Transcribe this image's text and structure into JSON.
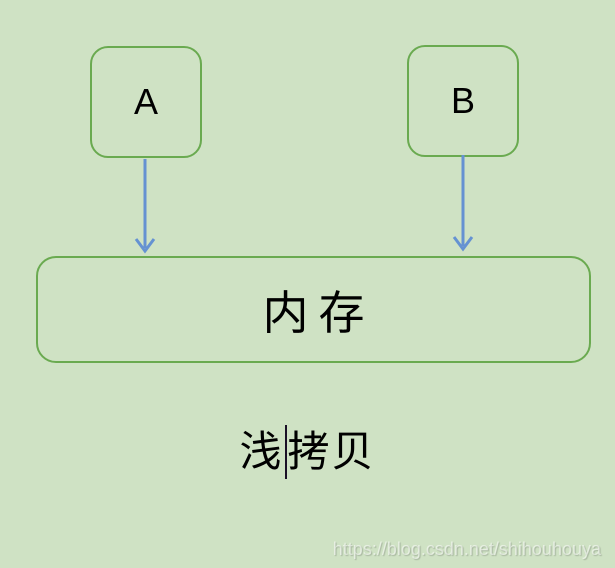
{
  "diagram": {
    "node_a": {
      "label": "A"
    },
    "node_b": {
      "label": "B"
    },
    "memory": {
      "label": "内存"
    },
    "caption": {
      "text_before_caret": "浅",
      "text_after_caret": "拷贝"
    },
    "edges": [
      {
        "name": "a-to-memory",
        "direction": "down"
      },
      {
        "name": "b-to-memory",
        "direction": "down"
      }
    ]
  },
  "watermark": {
    "text": "https://blog.csdn.net/shihouhouya"
  },
  "colors": {
    "bg": "#cfe2c4",
    "node-border": "#6aaa50",
    "node-fill": "#cfe2c4",
    "arrow": "#6592d2"
  }
}
